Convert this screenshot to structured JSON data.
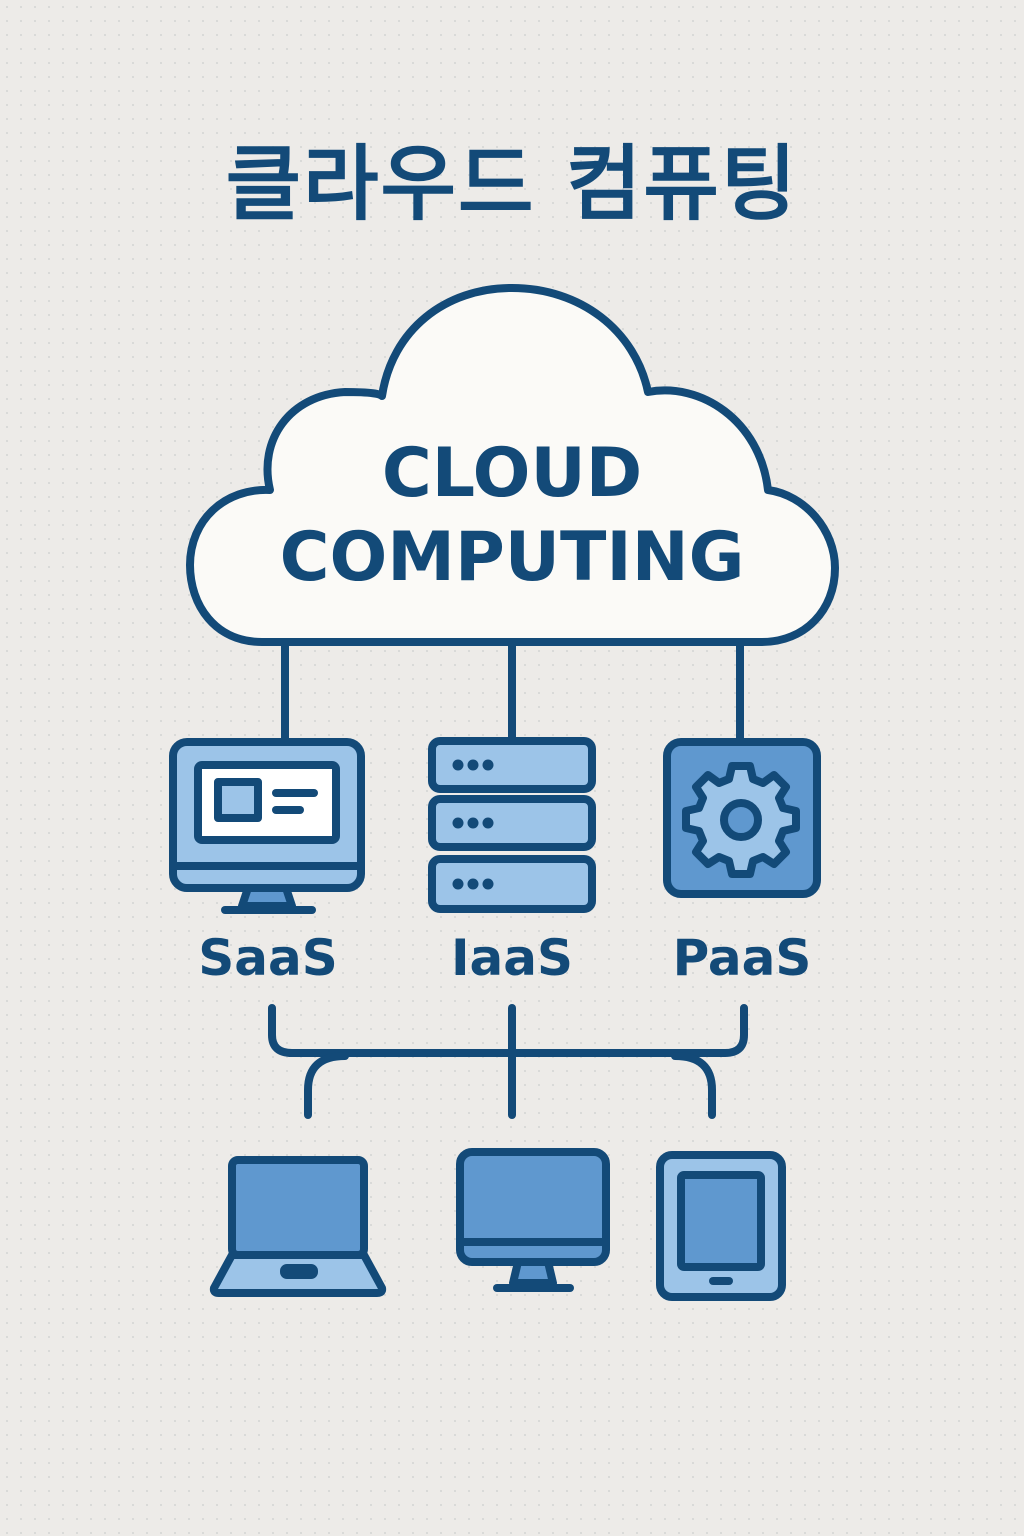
{
  "title": "클라우드 컴퓨팅",
  "cloud": {
    "line1": "CLOUD",
    "line2": "COMPUTING"
  },
  "services": [
    {
      "label": "SaaS",
      "icon": "monitor-app-icon"
    },
    {
      "label": "IaaS",
      "icon": "server-rack-icon"
    },
    {
      "label": "PaaS",
      "icon": "gear-icon"
    }
  ],
  "devices": [
    {
      "icon": "laptop-icon"
    },
    {
      "icon": "desktop-monitor-icon"
    },
    {
      "icon": "tablet-icon"
    }
  ],
  "colors": {
    "background": "#edebe8",
    "outline": "#134a78",
    "fill_medium": "#5f98cf",
    "fill_light": "#9cc4e8",
    "cloud_fill": "#fbfaf7"
  }
}
